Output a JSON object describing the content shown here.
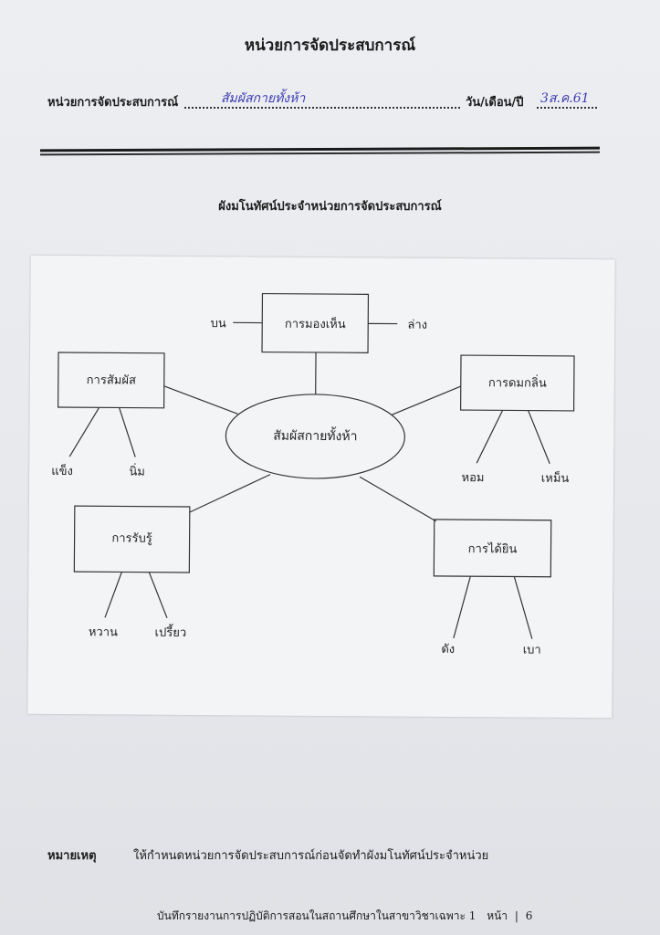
{
  "document": {
    "title": "หน่วยการจัดประสบการณ์",
    "unit_field_label": "หน่วยการจัดประสบการณ์",
    "unit_field_value": "สัมผัสกายทั้งห้า",
    "date_field_label": "วัน/เดือน/ปี",
    "date_field_value": "3ส.ค.61",
    "diagram_title": "ผังมโนทัศน์ประจำหน่วยการจัดประสบการณ์",
    "note_label": "หมายเหตุ",
    "note_text": "ให้กำหนดหน่วยการจัดประสบการณ์ก่อนจัดทำผังมโนทัศน์ประจำหน่วย",
    "footer_text": "บันทึกรายงานการปฏิบัติการสอนในสถานศึกษาในสาขาวิชาเฉพาะ 1",
    "footer_page_label": "หน้า",
    "footer_separator": "|",
    "footer_page_number": "6"
  },
  "diagram": {
    "center": "สัมผัสกายทั้งห้า",
    "branches": {
      "sight": {
        "label": "การมองเห็น",
        "children": [
          "บน",
          "ล่าง"
        ]
      },
      "touch": {
        "label": "การสัมผัส",
        "children": [
          "แข็ง",
          "นิ่ม"
        ]
      },
      "smell": {
        "label": "การดมกลิ่น",
        "children": [
          "หอม",
          "เหม็น"
        ]
      },
      "taste": {
        "label": "การรับรู้",
        "children": [
          "หวาน",
          "เปรี้ยว"
        ]
      },
      "hearing": {
        "label": "การได้ยิน",
        "children": [
          "ดัง",
          "เบา"
        ]
      }
    }
  }
}
